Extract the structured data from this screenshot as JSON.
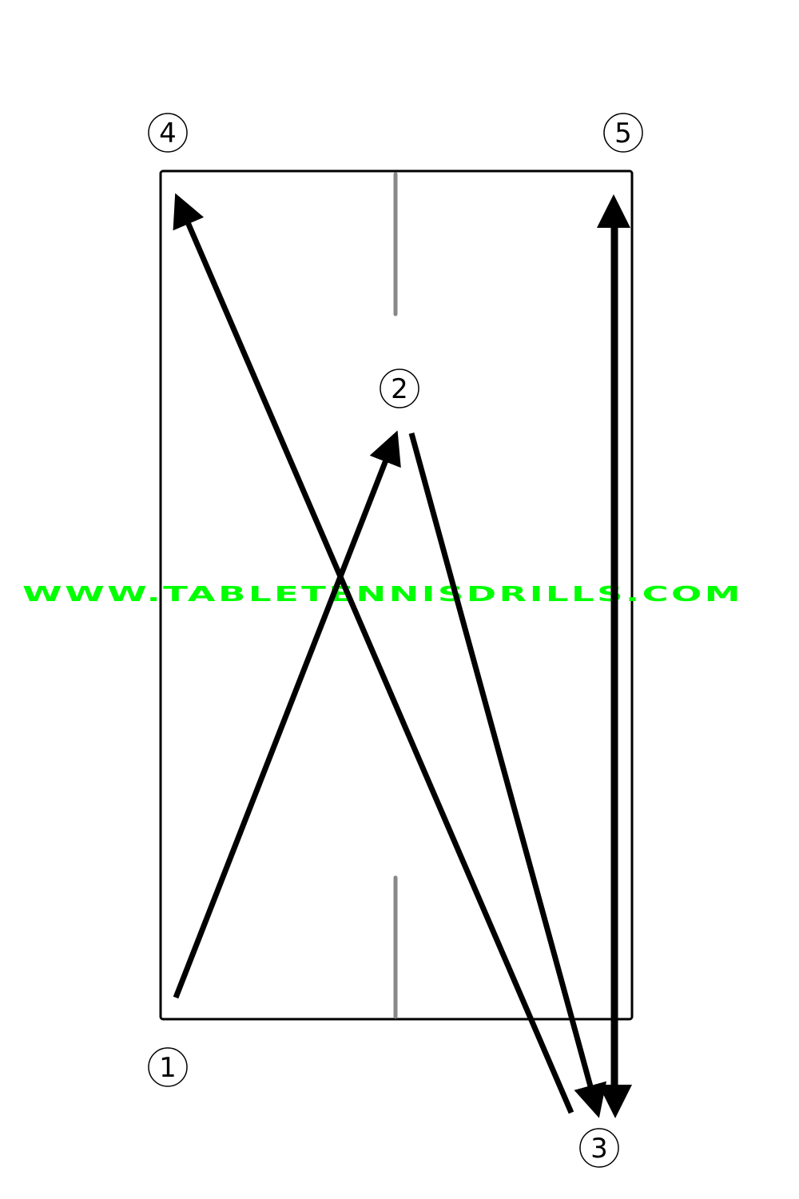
{
  "watermark": {
    "text": "WWW.TABLETENNISDRILLS.COM",
    "color": "#00ff00",
    "accent_color": "#00ffcc"
  },
  "colors": {
    "table_outline": "#000000",
    "net_marks": "#888888",
    "arrows": "#000000",
    "background": "#ffffff"
  },
  "markers": [
    {
      "id": "1",
      "label": "1"
    },
    {
      "id": "2",
      "label": "2"
    },
    {
      "id": "3",
      "label": "3"
    },
    {
      "id": "4",
      "label": "4"
    },
    {
      "id": "5",
      "label": "5"
    }
  ],
  "arrows": [
    {
      "from": "1",
      "to": "2"
    },
    {
      "from": "2",
      "to": "3"
    },
    {
      "from": "3",
      "to": "4"
    },
    {
      "from": "3",
      "to": "5"
    }
  ]
}
